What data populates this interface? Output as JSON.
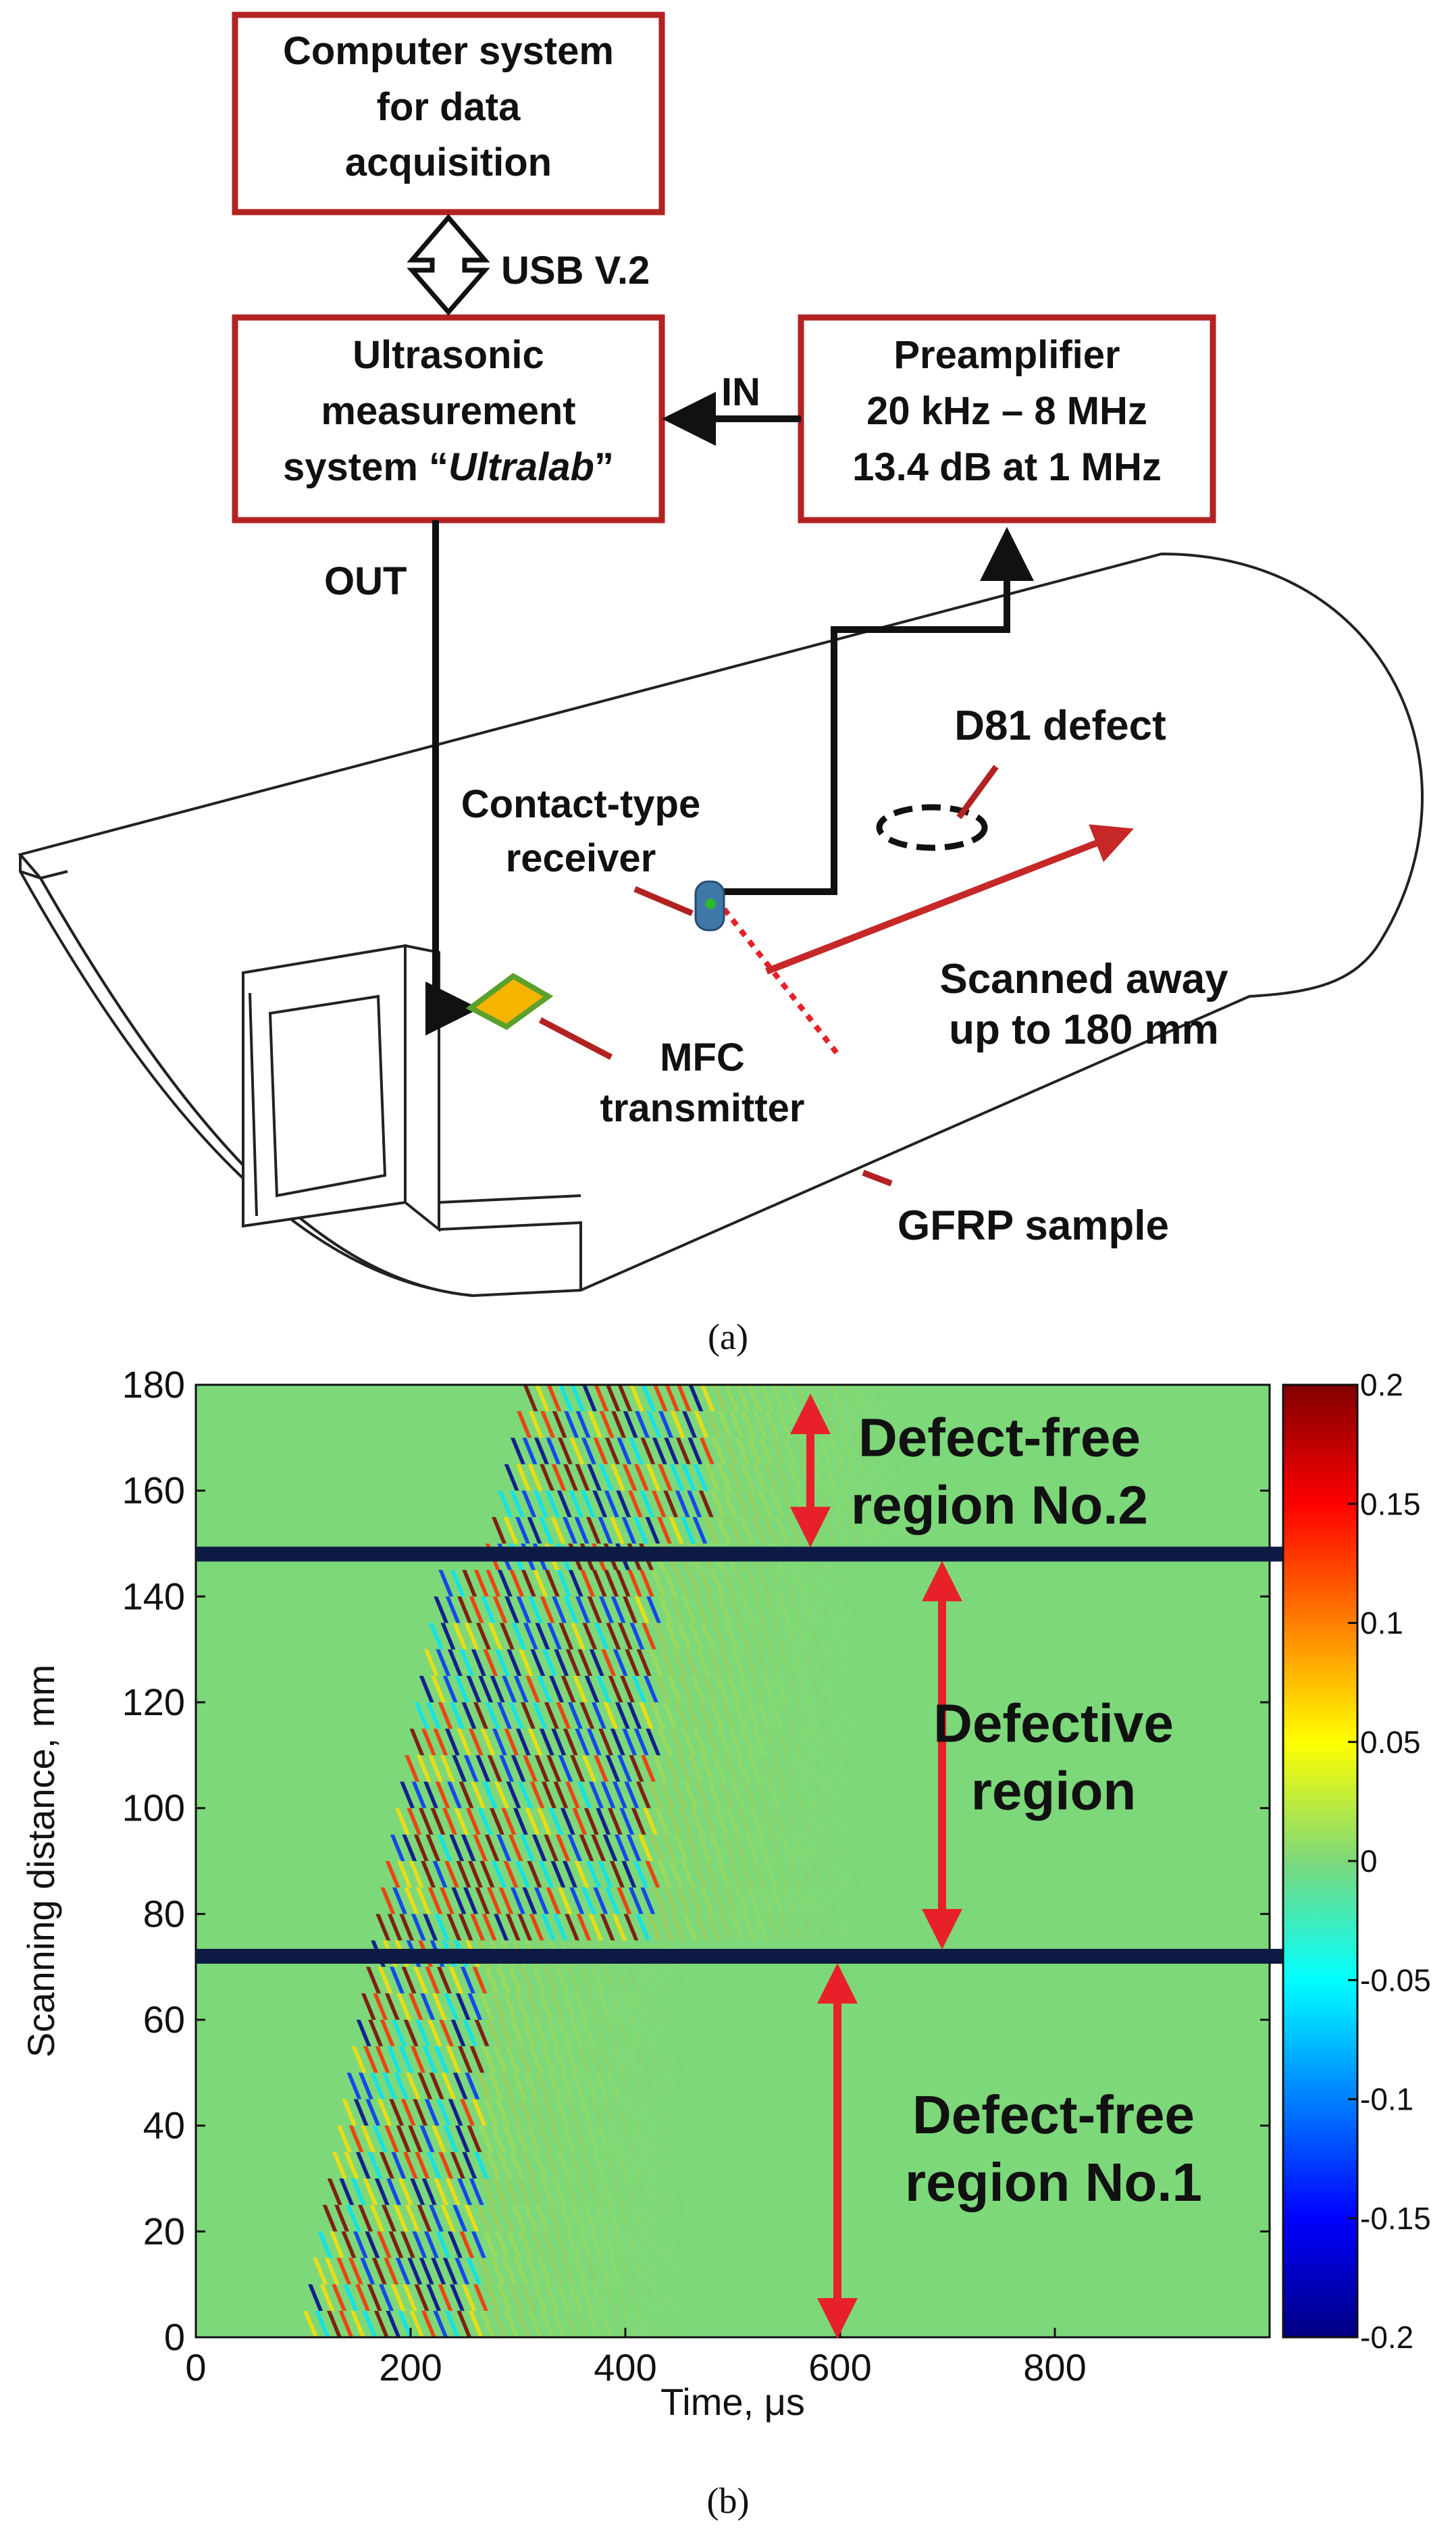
{
  "diagram": {
    "computer_box": [
      "Computer system",
      "for data",
      "acquisition"
    ],
    "usb_label": "USB V.2",
    "ultrasonic_box": [
      "Ultrasonic",
      "measurement"
    ],
    "ultrasonic_line3_prefix": "system “",
    "ultrasonic_line3_italic": "Ultralab",
    "ultrasonic_line3_suffix": "”",
    "preamp_box": [
      "Preamplifier",
      "20 kHz – 8 MHz",
      "13.4 dB at 1 MHz"
    ],
    "in_label": "IN",
    "out_label": "OUT",
    "d81_label": "D81 defect",
    "receiver_label": [
      "Contact-type",
      "receiver"
    ],
    "scan_label": [
      "Scanned away",
      "up to 180 mm"
    ],
    "mfc_label": [
      "MFC",
      "transmitter"
    ],
    "gfrp_label": "GFRP sample",
    "caption": "(a)",
    "colors": {
      "box_border": "#b22222",
      "arrow_red": "#c62828",
      "transmitter_fill": "#f5b400",
      "transmitter_border": "#5aa02c",
      "receiver_fill": "#3f78a8"
    }
  },
  "chart_caption": "(b)",
  "chart_data": {
    "type": "heatmap",
    "xlabel": "Time, μs",
    "ylabel": "Scanning distance, mm",
    "xlim": [
      0,
      1000
    ],
    "ylim": [
      0,
      180
    ],
    "xticks": [
      0,
      200,
      400,
      600,
      800
    ],
    "yticks": [
      0,
      20,
      40,
      60,
      80,
      100,
      120,
      140,
      160,
      180
    ],
    "colorbar": {
      "range": [
        -0.2,
        0.2
      ],
      "ticks": [
        "0.2",
        "0.15",
        "0.1",
        "0.05",
        "0",
        "-0.05",
        "-0.1",
        "-0.15",
        "-0.2"
      ],
      "colormap": "jet"
    },
    "boundaries_mm": [
      72,
      148
    ],
    "regions": [
      {
        "label": [
          "Defect-free",
          "region No.2"
        ],
        "y_range": [
          148,
          180
        ]
      },
      {
        "label": [
          "Defective",
          "region"
        ],
        "y_range": [
          72,
          148
        ]
      },
      {
        "label": [
          "Defect-free",
          "region No.1"
        ],
        "y_range": [
          0,
          72
        ]
      }
    ],
    "background_color": "#7dd87a",
    "boundary_color": "#0d1b44",
    "arrow_color": "#e8202a"
  }
}
